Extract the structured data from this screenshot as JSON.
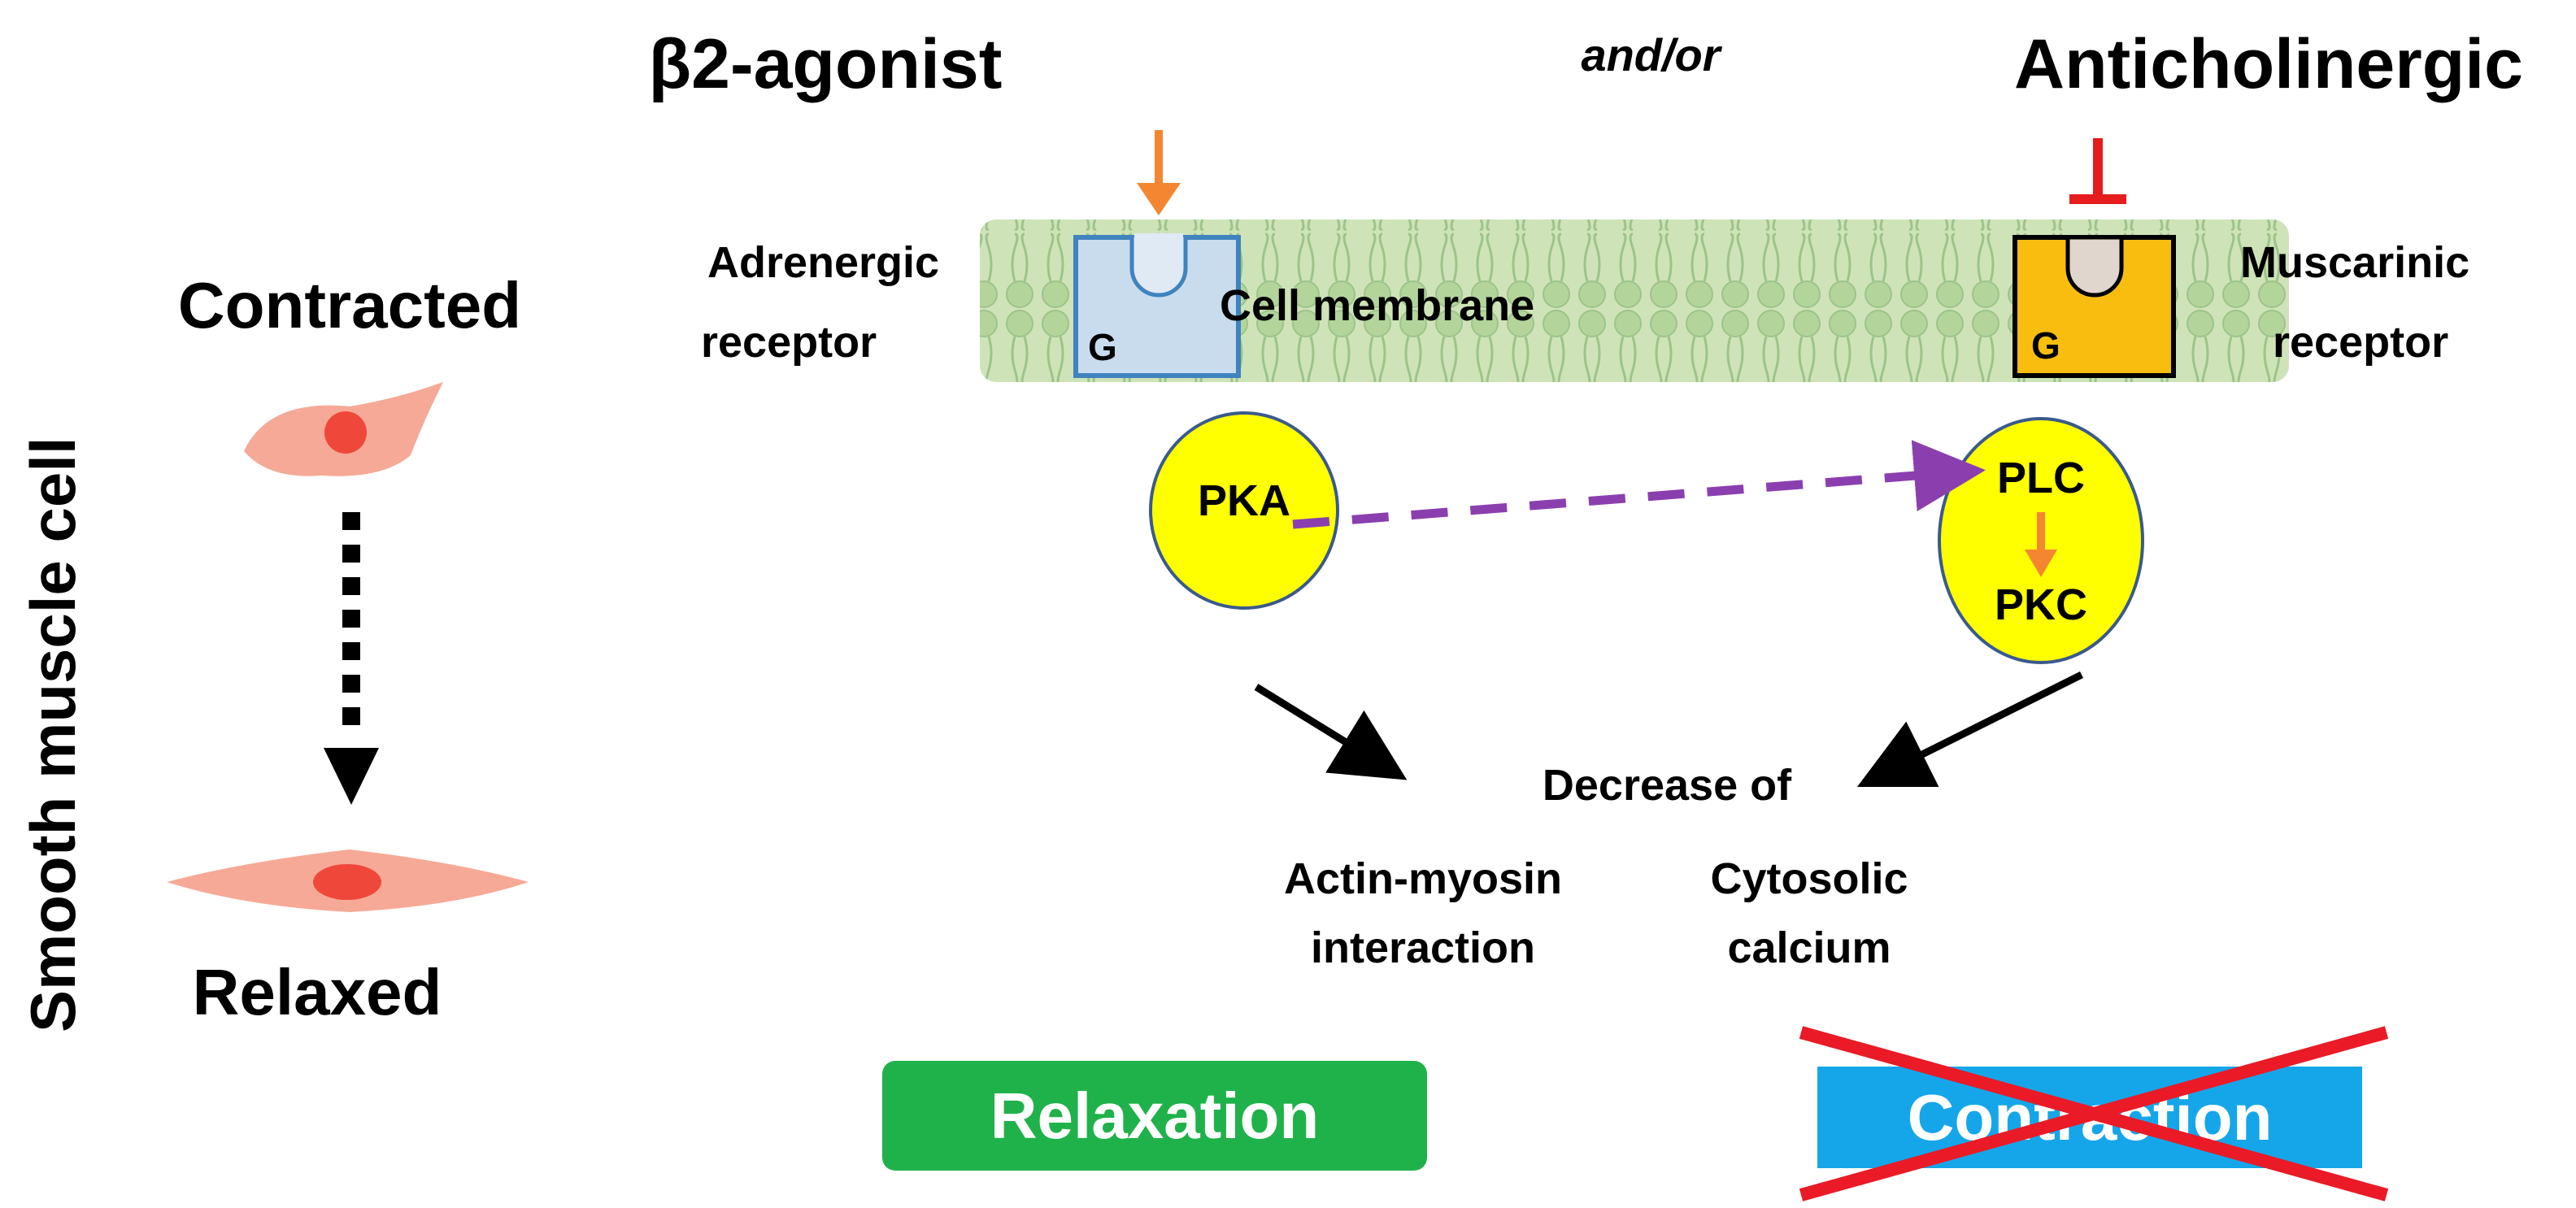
{
  "left_panel": {
    "title": "Smooth muscle cell",
    "state_top": "Contracted",
    "state_bottom": "Relaxed"
  },
  "drugs": {
    "agonist": "β2-agonist",
    "connector": "and/or",
    "antagonist": "Anticholinergic"
  },
  "membrane": {
    "label": "Cell membrane",
    "left_receptor_line1": "Adrenergic",
    "left_receptor_line2": "receptor",
    "right_receptor_line1": "Muscarinic",
    "right_receptor_line2": "receptor",
    "g_protein_label": "G"
  },
  "enzymes": {
    "pka": "PKA",
    "plc": "PLC",
    "pkc": "PKC"
  },
  "effects": {
    "decrease": "Decrease of",
    "actin_line1": "Actin-myosin",
    "actin_line2": "interaction",
    "calcium_line1": "Cytosolic",
    "calcium_line2": "calcium"
  },
  "outcomes": {
    "relaxation": "Relaxation",
    "contraction": "Contraction"
  },
  "colors": {
    "membrane": "#cfe3b8",
    "lipid": "#9cc489",
    "adrenergic_receptor_fill": "#c9dcee",
    "adrenergic_receptor_stroke": "#3f83bf",
    "muscarinic_receptor_fill": "#f8bd0f",
    "enzyme_fill": "#ffff00",
    "stimulate_arrow": "#f58631",
    "inhibit_bar": "#e61b1b",
    "dashed_arrow": "#8b3fae",
    "relaxation": "#1fb24a",
    "contraction": "#15a6ea",
    "cross": "#ea1a27",
    "cell_body": "#f6a996",
    "cell_nucleus": "#f0473b"
  }
}
